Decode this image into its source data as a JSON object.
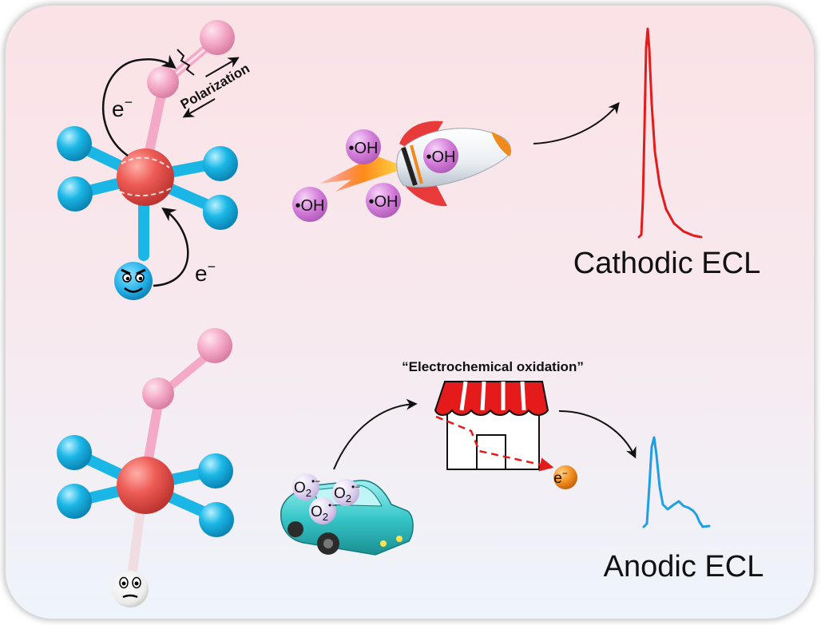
{
  "cathodic": {
    "electron_top": "e",
    "electron_bottom": "e",
    "electron_charge": "−",
    "polarization_label": "Polarization",
    "radical_oh": "•OH",
    "result_label": "Cathodic ECL"
  },
  "anodic": {
    "process_label": "“Electrochemical oxidation”",
    "radical_o2": "O",
    "radical_o2_sub": "2",
    "radical_o2_sup": "•−",
    "electron_ball": "e",
    "electron_ball_charge": "−",
    "result_label": "Anodic ECL"
  },
  "colors": {
    "central_atom": "#e8514c",
    "ligand_atom": "#1ab7e6",
    "pink_atom": "#f4a9c6",
    "cathodic_curve": "#e31b1b",
    "anodic_curve": "#1e9fe6",
    "oh_bubble": "#d27ad8",
    "car_body": "#38c7c9",
    "awning_red": "#e51a1a",
    "electron_ball": "#f08a1c"
  },
  "icons": [
    "rocket-icon",
    "car-icon",
    "store-icon",
    "smiley-icon",
    "neutral-face-icon"
  ]
}
